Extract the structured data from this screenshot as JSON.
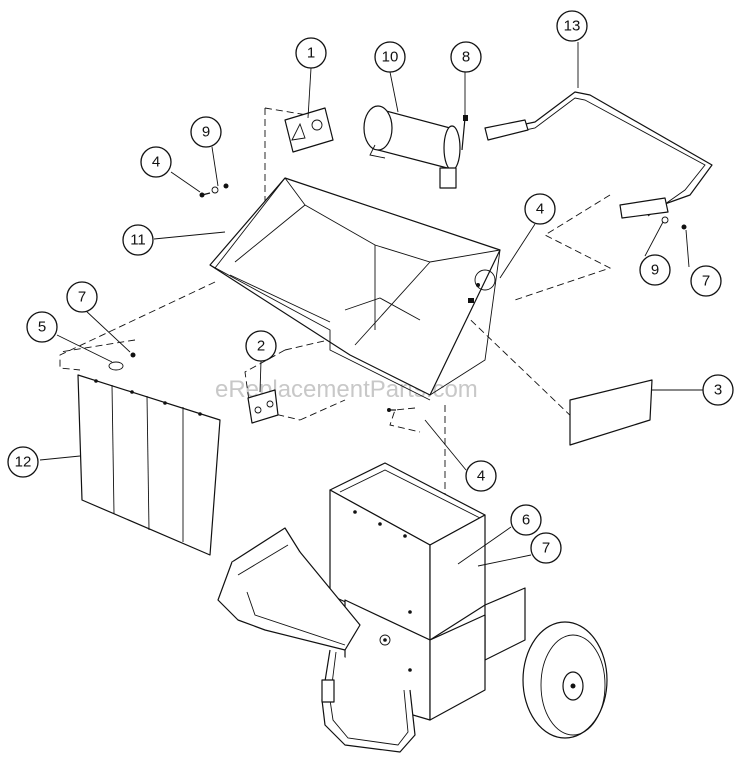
{
  "watermark": "eReplacementParts.com",
  "callouts": [
    {
      "label": "1"
    },
    {
      "label": "2"
    },
    {
      "label": "3"
    },
    {
      "label": "4"
    },
    {
      "label": "4"
    },
    {
      "label": "4"
    },
    {
      "label": "5"
    },
    {
      "label": "6"
    },
    {
      "label": "7"
    },
    {
      "label": "7"
    },
    {
      "label": "7"
    },
    {
      "label": "8"
    },
    {
      "label": "9"
    },
    {
      "label": "9"
    },
    {
      "label": "10"
    },
    {
      "label": "11"
    },
    {
      "label": "12"
    },
    {
      "label": "13"
    }
  ]
}
